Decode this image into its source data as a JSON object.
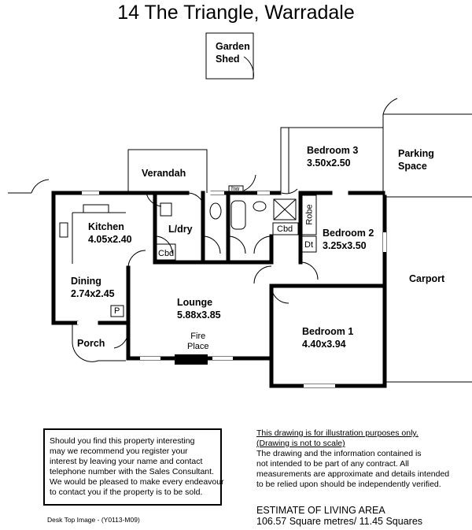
{
  "title": "14 The Triangle,  Warradale",
  "rooms": {
    "garden_shed": {
      "name1": "Garden",
      "name2": "Shed"
    },
    "verandah": {
      "name": "Verandah"
    },
    "bedroom3": {
      "name": "Bedroom 3",
      "size": "3.50x2.50"
    },
    "parking": {
      "name1": "Parking",
      "name2": "Space"
    },
    "kitchen": {
      "name": "Kitchen",
      "size": "4.05x2.40"
    },
    "laundry": {
      "name": "L/dry"
    },
    "bedroom2": {
      "name": "Bedroom 2",
      "size": "3.25x3.50"
    },
    "carport": {
      "name": "Carport"
    },
    "dining": {
      "name": "Dining",
      "size": "2.74x2.45"
    },
    "lounge": {
      "name": "Lounge",
      "size": "5.88x3.85"
    },
    "bedroom1": {
      "name": "Bedroom 1",
      "size": "4.40x3.94"
    },
    "porch": {
      "name": "Porch"
    },
    "fireplace": {
      "name1": "Fire",
      "name2": "Place"
    }
  },
  "fixtures": {
    "hw": "hw",
    "cbd1": "Cbd",
    "cbd2": "Cbd",
    "robe": "Robe",
    "dt": "Dt",
    "p": "P"
  },
  "notice": {
    "lines": [
      "Should you find this property interesting",
      "may we recommend you register your",
      "interest by leaving your name and contact",
      "telephone number with the Sales Consultant.",
      "We would be pleased to make every endeavour",
      "to contact you if the property is to be sold."
    ]
  },
  "disclaimer": {
    "underlined": [
      "This drawing is for illustration purposes only.",
      "(Drawing is not to scale)"
    ],
    "lines": [
      "The drawing and the information contained is",
      "not intended to be part of any contract.  All",
      "measurements are approximate and details intended",
      "to be relied upon should be independently verified."
    ]
  },
  "estimate": {
    "heading": "ESTIMATE OF LIVING AREA",
    "value": "106.57 Square metres/  11.45 Squares"
  },
  "footer": "Desk Top Image - (Y0113-M09)"
}
